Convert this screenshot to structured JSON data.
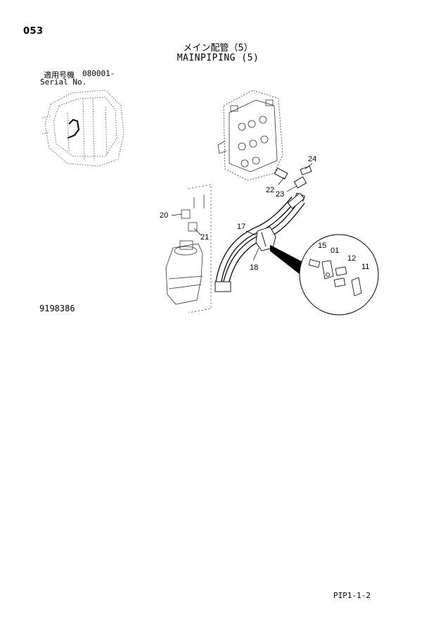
{
  "header": {
    "page_number": "053",
    "title_ja": "メイン配管（5）",
    "title_en": "MAINPIPING (5)",
    "serial_label_ja": "適用号機",
    "serial_value": "080001-",
    "serial_label_en": "Serial No."
  },
  "drawing_number": "9198386",
  "page_code": "PIP1-1-2",
  "callouts": {
    "c24": "24",
    "c22": "22",
    "c23": "23",
    "c20": "20",
    "c21": "21",
    "c17": "17",
    "c18": "18",
    "c15": "15",
    "c01": "01",
    "c12": "12",
    "c11": "11"
  }
}
